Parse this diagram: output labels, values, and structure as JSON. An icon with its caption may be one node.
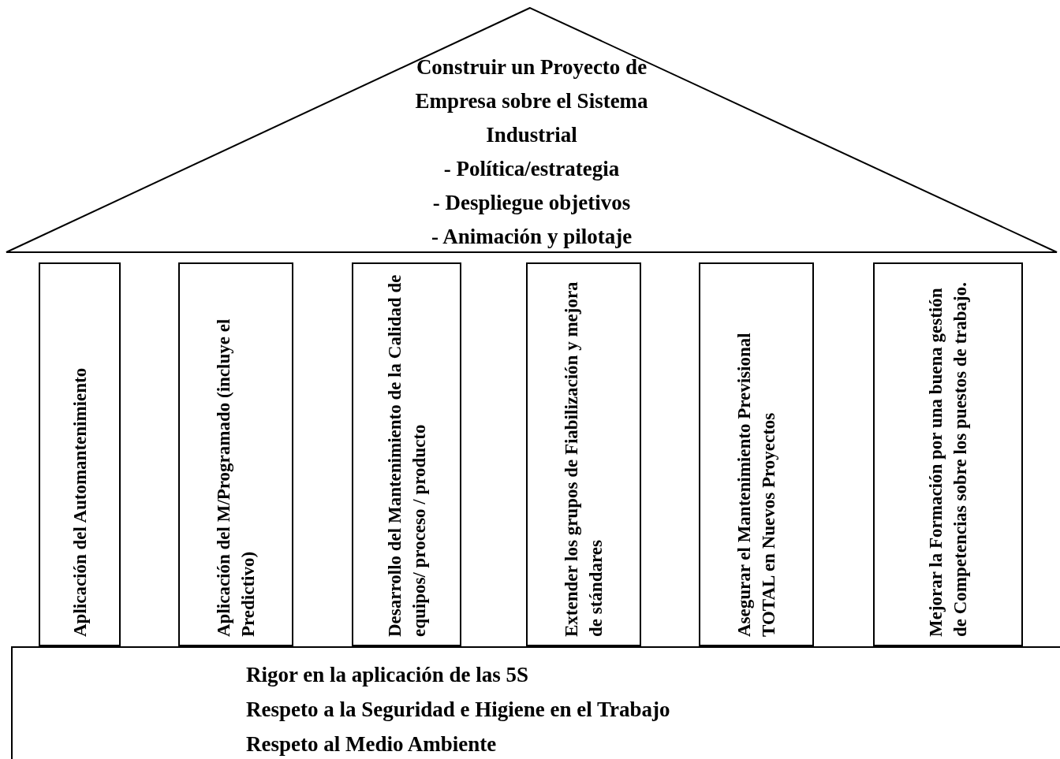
{
  "diagram": {
    "nodes": [
      {
        "text": [
          "Construir un Proyecto de Empresa sobre el Sistema Industrial",
          "- Política/estrategia",
          "- Despliegue objetivos",
          "- Animación y pilotaje"
        ]
      },
      {
        "text": [
          "Aplicación del Automantenimiento"
        ]
      },
      {
        "text": [
          "Aplicación del M/Programado (incluye el Predictivo)"
        ]
      },
      {
        "text": [
          "Desarrollo del Mantenimiento de la Calidad de equipos/ proceso / producto"
        ]
      },
      {
        "text": [
          "Extender los grupos de Fiabilización y mejora de stándares"
        ]
      },
      {
        "text": [
          "Asegurar el Mantenimiento Previsional TOTAL en Nuevos Proyectos"
        ]
      },
      {
        "text": [
          "Mejorar la Formación por una buena gestión de Competencias sobre los puestos de trabajo."
        ]
      },
      {
        "text": [
          "Rigor en la aplicación de las 5S",
          "Respeto a la Seguridad e Higiene en el Trabajo",
          "Respeto al Medio Ambiente"
        ]
      }
    ]
  }
}
